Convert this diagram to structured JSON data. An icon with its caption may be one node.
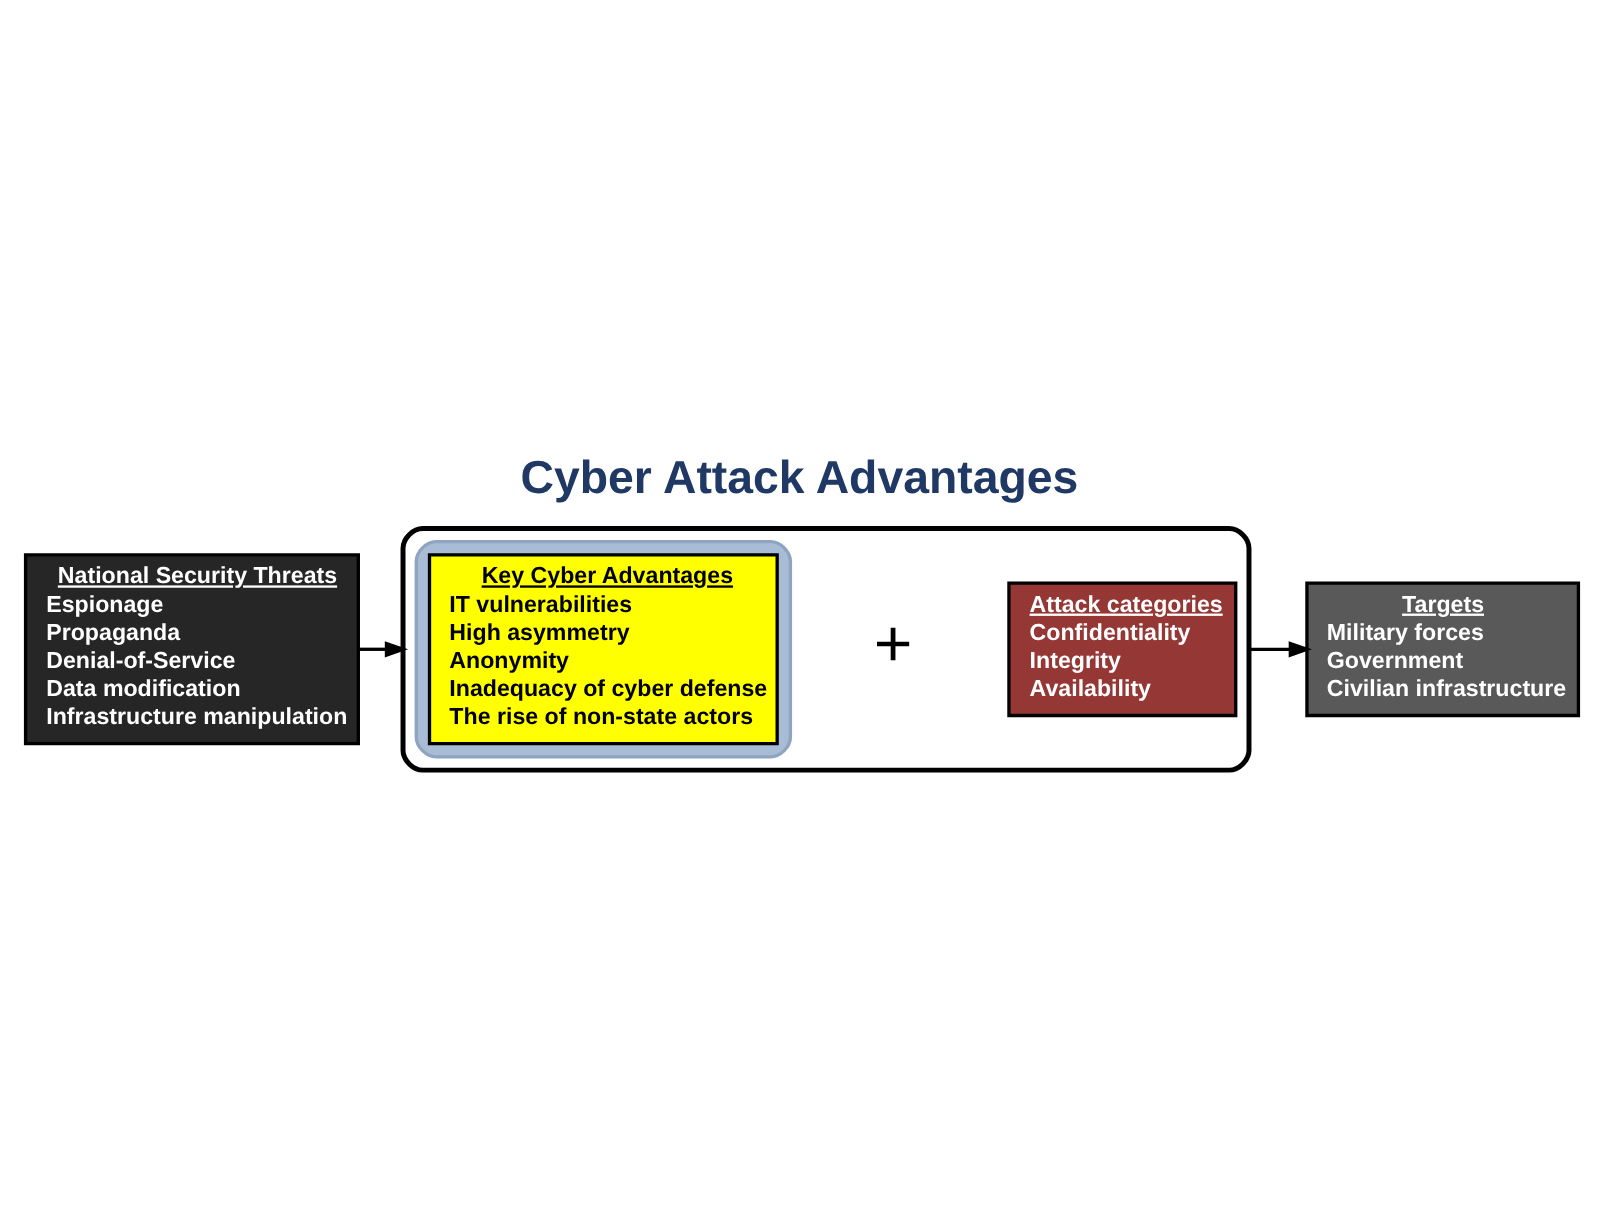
{
  "diagram": {
    "title": "Cyber Attack Advantages",
    "nodes": [
      {
        "text": [
          "National Security Threats",
          "Espionage",
          "Propaganda",
          "Denial-of-Service",
          "Data modification",
          "Infrastructure manipulation"
        ]
      },
      {
        "text": [],
        "shape": "bracket"
      },
      {
        "text": [],
        "shape": "cloud",
        "in": 1
      },
      {
        "text": [
          "Key Cyber Advantages",
          "IT vulnerabilities",
          "High asymmetry",
          "Anonymity",
          "Inadequacy of cyber defense",
          "The rise of non-state actors"
        ],
        "in": 2
      },
      {
        "text": [
          "Attack categories",
          "Confidentiality",
          "Integrity",
          "Availability"
        ],
        "in": 1
      },
      {
        "text": [
          "Targets",
          "Military forces",
          "Government",
          "Civilian infrastructure"
        ]
      }
    ],
    "edges": [
      {
        "from": 0,
        "to": 1,
        "arrow": "to"
      },
      {
        "from": 1,
        "to": 5,
        "arrow": "to"
      }
    ],
    "labels": [
      "+"
    ]
  }
}
